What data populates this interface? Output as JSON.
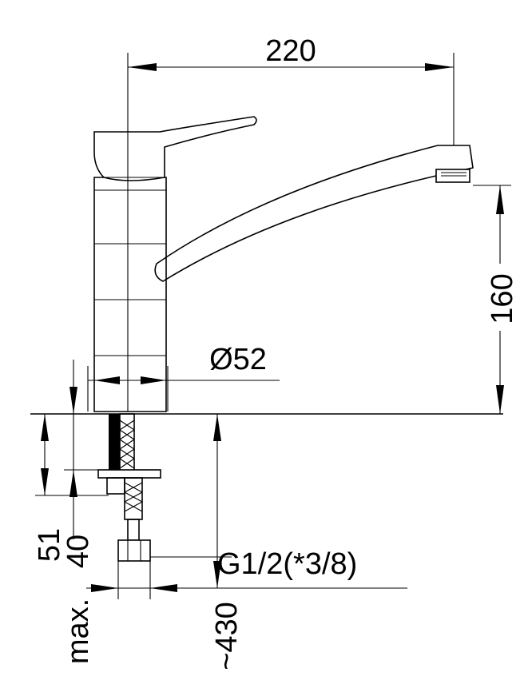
{
  "dimensions": {
    "width_label": "220",
    "spout_height_label": "160",
    "body_diameter_label": "Ø52",
    "depth_51_label": "51",
    "depth_40_label": "40",
    "thread_label": "G1/2(*3/8)",
    "max_label": "max.",
    "hose_length_label": "~430"
  },
  "colors": {
    "line": "#000000",
    "background": "#ffffff"
  }
}
